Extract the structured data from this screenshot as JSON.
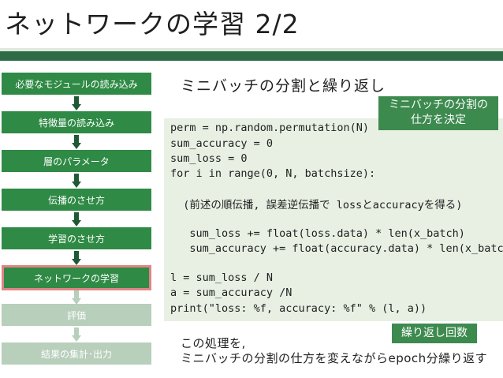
{
  "slide": {
    "title": "ネットワークの学習 2/2",
    "subtitle": "ミニバッチの分割と繰り返し"
  },
  "flow": {
    "steps": [
      {
        "label": "必要なモジュールの読み込み",
        "state": "done"
      },
      {
        "label": "特徴量の読み込み",
        "state": "done"
      },
      {
        "label": "層のパラメータ",
        "state": "done"
      },
      {
        "label": "伝播のさせ方",
        "state": "done"
      },
      {
        "label": "学習のさせ方",
        "state": "done"
      },
      {
        "label": "ネットワークの学習",
        "state": "current"
      },
      {
        "label": "評価",
        "state": "todo"
      },
      {
        "label": "結果の集計･出力",
        "state": "todo"
      }
    ]
  },
  "code": {
    "lines": [
      "perm = np.random.permutation(N)",
      "sum_accuracy = 0",
      "sum_loss = 0",
      "for i in range(0, N, batchsize):",
      "  (前述の順伝播, 誤差逆伝播で lossとaccuracyを得る)",
      "   sum_loss += float(loss.data) * len(x_batch)",
      "   sum_accuracy += float(accuracy.data) * len(x_batch)",
      "l = sum_loss / N",
      "a = sum_accuracy /N",
      "print(\"loss: %f, accuracy: %f\" % (l, a))"
    ]
  },
  "callouts": {
    "split_line1": "ミニバッチの分割の",
    "split_line2": "仕方を決定",
    "repeat": "繰り返し回数"
  },
  "note": {
    "line1": "この処理を,",
    "line2": "ミニバッチの分割の仕方を変えながらepoch分繰り返す"
  },
  "colors": {
    "header_band": "#2e6b47",
    "step_active": "#2f8a45",
    "step_inactive": "#b7cfbb",
    "current_border": "#e08484",
    "code_background": "#e7f0e3"
  }
}
